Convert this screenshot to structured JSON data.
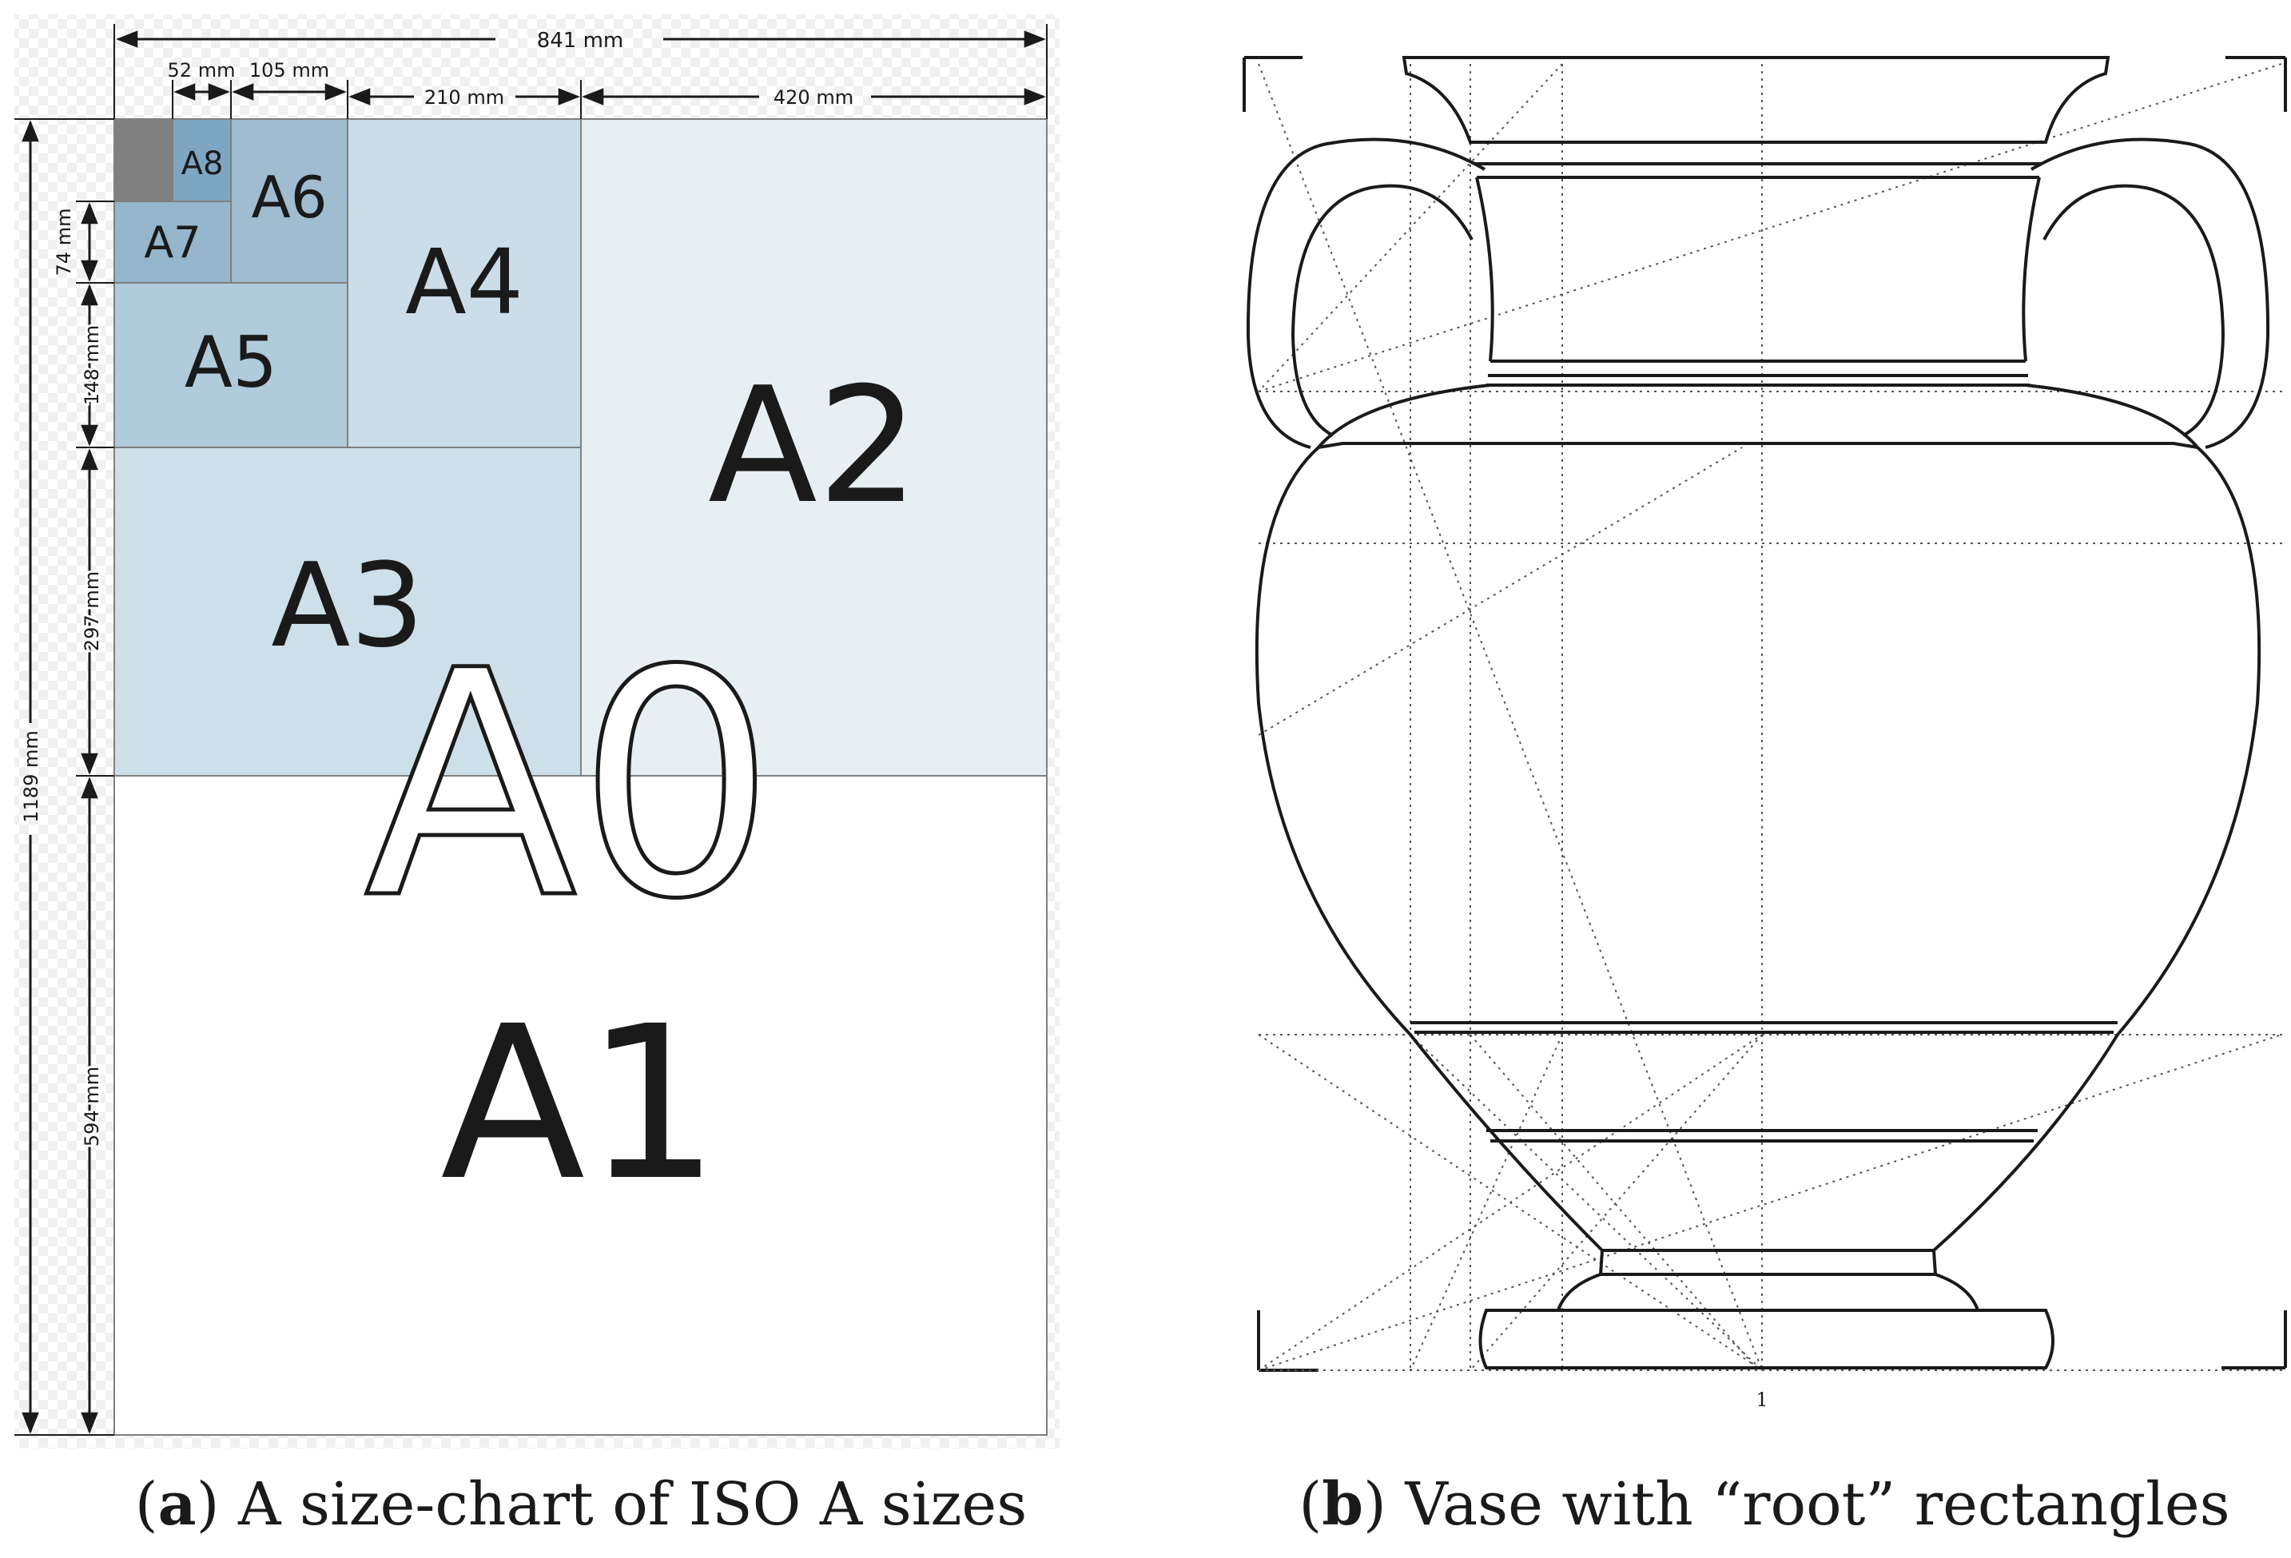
{
  "panel_a": {
    "dims": {
      "w841": "841 mm",
      "w52": "52 mm",
      "w105": "105 mm",
      "w210": "210 mm",
      "w420": "420 mm",
      "h1189": "1189 mm",
      "h74": "74 mm",
      "h148": "148 mm",
      "h297": "297 mm",
      "h594": "594 mm"
    },
    "sheets": {
      "A0": "A0",
      "A1": "A1",
      "A2": "A2",
      "A3": "A3",
      "A4": "A4",
      "A5": "A5",
      "A6": "A6",
      "A7": "A7",
      "A8": "A8"
    },
    "caption_letter": "a",
    "caption_text": "A size-chart of ISO A sizes"
  },
  "panel_b": {
    "scale_mark": "1",
    "caption_letter": "b",
    "caption_text": "Vase with “root” rectangles"
  },
  "colors": {
    "a2": "#e8eff3",
    "a3": "#cddfe9",
    "a4": "#cbdde8",
    "a5": "#afcbdc",
    "a6": "#9fbcd1",
    "a7": "#95b6cd",
    "a8": "#7ea6c3",
    "a9": "#808080",
    "line": "#7f7f7f",
    "ink": "#1a1a1a"
  }
}
